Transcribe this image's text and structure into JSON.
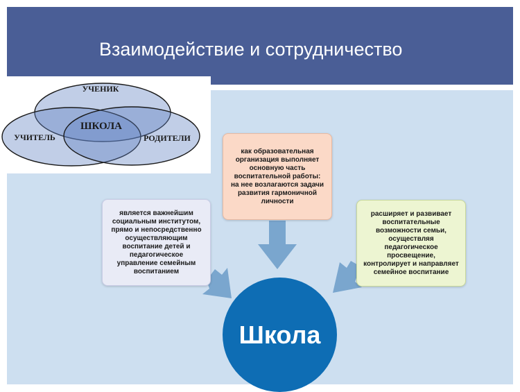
{
  "title": "Взаимодействие и сотрудничество",
  "venn": {
    "labels": [
      "УЧЕНИК",
      "УЧИТЕЛЬ",
      "РОДИТЕЛИ",
      "ШКОЛА"
    ]
  },
  "boxes": {
    "left": "является важнейшим социальным институтом, прямо и непосредственно осуществляющим воспитание детей и педагогическое управление семейным воспитанием",
    "top": "как образовательная организация выполняет основную часть воспитательной работы: на нее возлагаются задачи развития гармоничной личности",
    "right": "расширяет и развивает воспитательные возможности семьи, осуществляя педагогическое просвещение, контролирует и направляет семейное воспитание"
  },
  "center": "Школа",
  "colors": {
    "header": "#4a5e96",
    "panel": "#cddff0",
    "circle": "#0e6db4",
    "arrow": "#7aa6ce",
    "venn_fill": "#5b7fc0",
    "venn_stroke": "#1a1a1a"
  }
}
